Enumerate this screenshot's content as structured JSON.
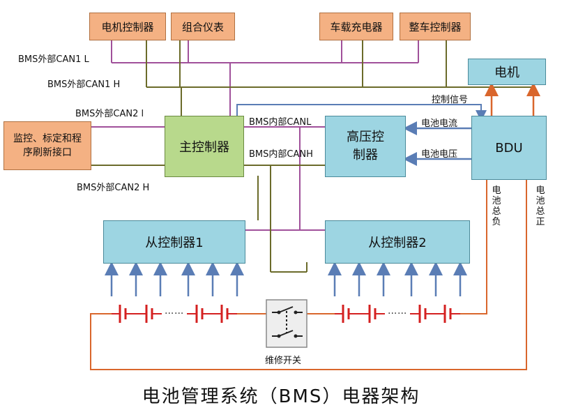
{
  "boxes": {
    "motor_controller": "电机控制器",
    "instrument": "组合仪表",
    "charger": "车载充电器",
    "vehicle_controller": "整车控制器",
    "motor": "电机",
    "monitor_port": "监控、标定和程序刷新接口",
    "main_controller": "主控制器",
    "hv_controller": "高压控制器",
    "bdu": "BDU",
    "slave1": "从控制器1",
    "slave2": "从控制器2"
  },
  "labels": {
    "ext_can1_l": "BMS外部CAN1 L",
    "ext_can1_h": "BMS外部CAN1 H",
    "ext_can2_l": "BMS外部CAN2 l",
    "ext_can2_h": "BMS外部CAN2 H",
    "int_canl": "BMS内部CANL",
    "int_canh": "BMS内部CANH",
    "control_signal": "控制信号",
    "battery_current": "电池电流",
    "battery_voltage": "电池电压",
    "battery_total_neg": "电池总负",
    "battery_total_pos": "电池总正",
    "service_switch": "维修开关"
  },
  "title": "电池管理系统（BMS）电器架构",
  "colors": {
    "orange_box": "#f4b183",
    "cyan_box": "#9dd5e2",
    "green_box": "#b8d98c",
    "can_l_line": "#a0509a",
    "can_h_line": "#6b6b2a",
    "signal_arrow": "#5a7db5",
    "power_line": "#d9662c",
    "battery_red": "#d42020"
  }
}
